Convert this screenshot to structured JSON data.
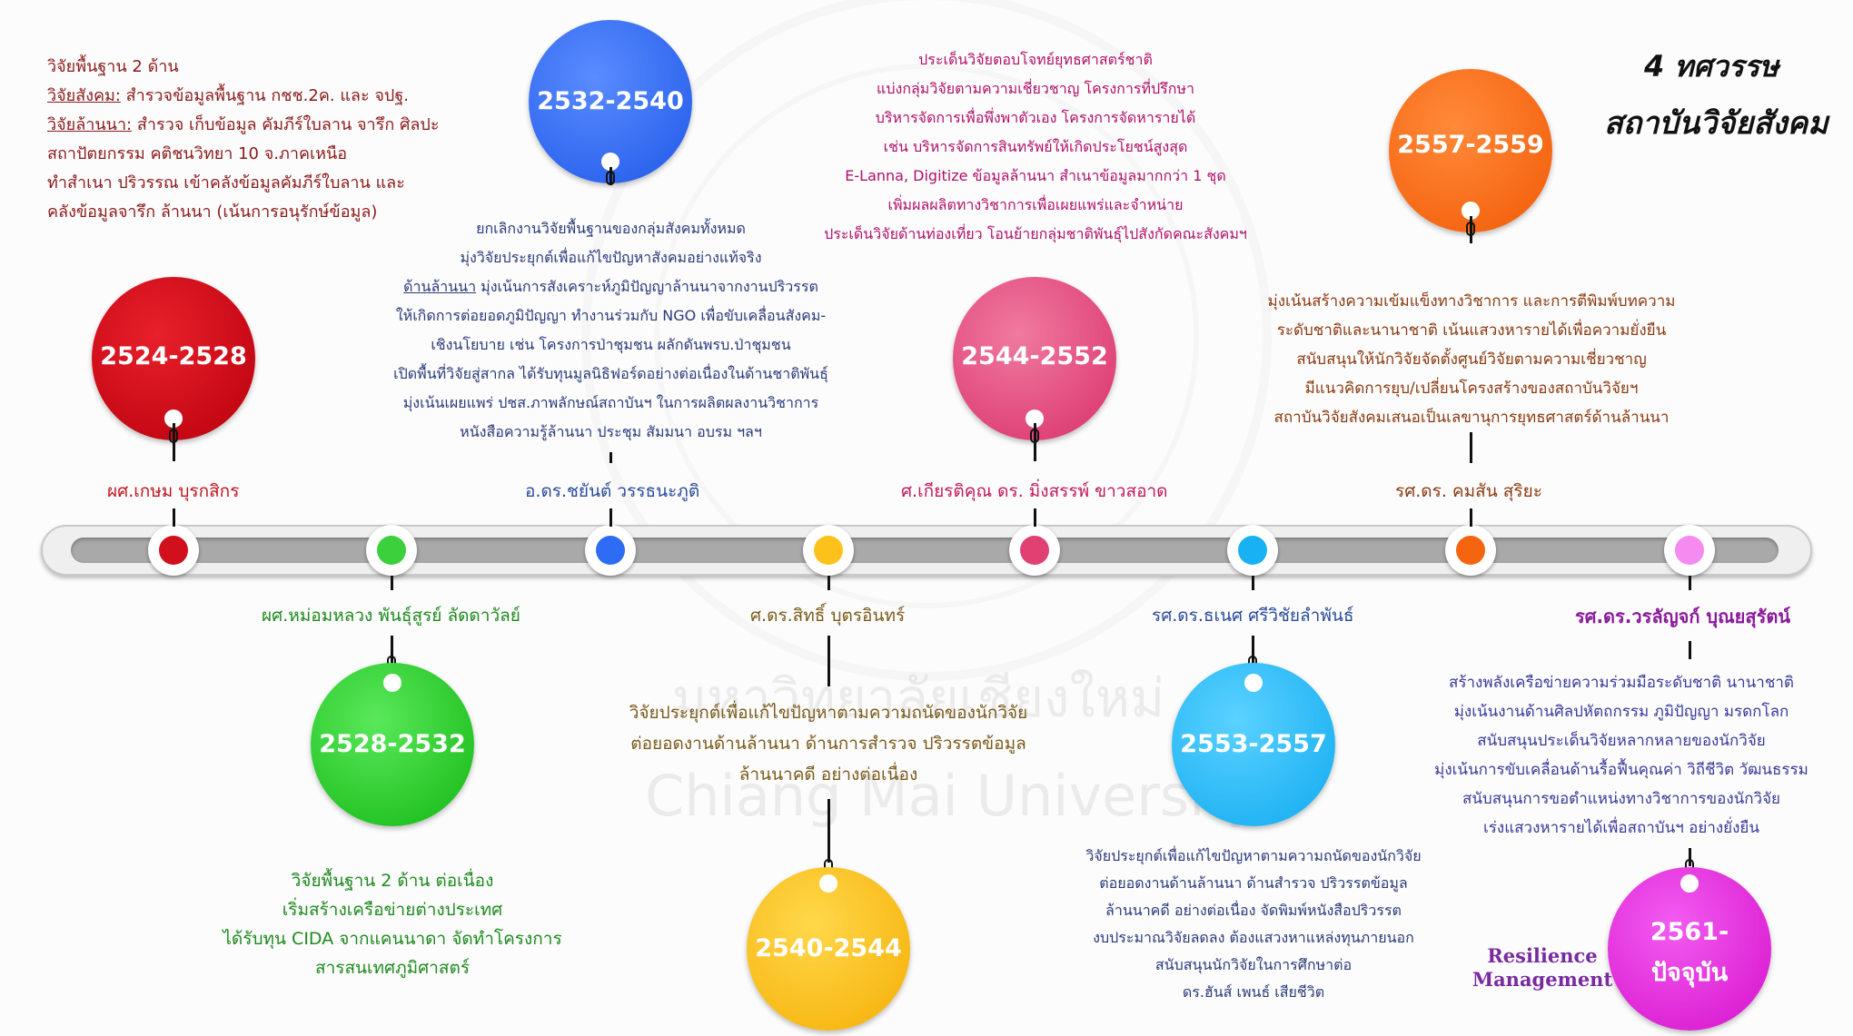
{
  "title": {
    "line1": "4 ทศวรรษ",
    "line2": "สถาบันวิจัยสังคม"
  },
  "watermark": {
    "thai": "มหาวิทยาลัยเชียงใหม่",
    "english": "Chiang Mai University"
  },
  "intro": {
    "heading": "วิจัยพื้นฐาน 2 ด้าน",
    "social_label": "วิจัยสังคม:",
    "social_text": " สำรวจข้อมูลพื้นฐาน กชช.2ค. และ จปฐ.",
    "lanna_label": "วิจัยล้านนา:",
    "lanna_text": "  สำรวจ เก็บข้อมูล คัมภีร์ใบลาน จารึก ศิลปะ",
    "line4": "สถาปัตยกรรม คติชนวิทยา 10 จ.ภาคเหนือ",
    "line5": "ทำสำเนา ปริวรรณ เข้าคลังข้อมูลคัมภีร์ใบลาน และ",
    "line6": "คลังข้อมูลจารึก ล้านนา (เน้นการอนุรักษ์ข้อมูล)"
  },
  "periods": {
    "p1": {
      "years": "2524-2528",
      "director": "ผศ.เกษม บุรกสิกร"
    },
    "p2": {
      "years": "2528-2532",
      "director": "ผศ.หม่อมหลวง พันธุ์สูรย์ ลัดดาวัลย์",
      "lines": [
        "วิจัยพื้นฐาน 2 ด้าน ต่อเนื่อง",
        "เริ่มสร้างเครือข่ายต่างประเทศ",
        "ได้รับทุน CIDA จากแคนนาดา จัดทำโครงการ",
        "สารสนเทศภูมิศาสตร์"
      ]
    },
    "p3": {
      "years": "2532-2540",
      "director": "อ.ดร.ชยันต์ วรรธนะภูติ",
      "line1": "ยกเลิกงานวิจัยพื้นฐานของกลุ่มสังคมทั้งหมด",
      "line2": "มุ่งวิจัยประยุกต์เพื่อแก้ไขปัญหาสังคมอย่างแท้จริง",
      "line3_label": "ด้านล้านนา",
      "line3_text": " มุ่งเน้นการสังเคราะห์ภูมิปัญญาล้านนาจากงานปริวรรต",
      "line4": "ให้เกิดการต่อยอดภูมิปัญญา  ทำงานร่วมกับ NGO เพื่อขับเคลื่อนสังคม-",
      "line5": "เชิงนโยบาย เช่น โครงการป่าชุมชน ผลักดันพรบ.ป่าชุมชน",
      "line6": "เปิดพื้นที่วิจัยสู่สากล ได้รับทุนมูลนิธิฟอร์ดอย่างต่อเนื่องในด้านชาติพันธุ์",
      "line7": "มุ่งเน้นเผยแพร่ ปชส.ภาพลักษณ์สถาบันฯ ในการผลิตผลงานวิชาการ",
      "line8": "หนังสือความรู้ล้านนา ประชุม สัมมนา อบรม ฯลฯ"
    },
    "p4": {
      "years": "2540-2544",
      "director": "ศ.ดร.สิทธิ์ บุตรอินทร์",
      "lines": [
        "วิจัยประยุกต์เพื่อแก้ไขปัญหาตามความถนัดของนักวิจัย",
        "ต่อยอดงานด้านล้านนา ด้านการสำรวจ ปริวรรตข้อมูล",
        "ล้านนาคดี อย่างต่อเนื่อง"
      ]
    },
    "p5": {
      "years": "2544-2552",
      "director": "ศ.เกียรติคุณ ดร. มิ่งสรรพ์ ขาวสอาด",
      "lines": [
        "ประเด็นวิจัยตอบโจทย์ยุทธศาสตร์ชาติ",
        "แบ่งกลุ่มวิจัยตามความเชี่ยวชาญ  โครงการที่ปรึกษา",
        "บริหารจัดการเพื่อพึ่งพาตัวเอง โครงการจัดหารายได้",
        "เช่น บริหารจัดการสินทรัพย์ให้เกิดประโยชน์สูงสุด",
        "E-Lanna, Digitize ข้อมูลล้านนา สำเนาข้อมูลมากกว่า 1 ชุด",
        "เพิ่มผลผลิตทางวิชาการเพื่อเผยแพร่และจำหน่าย",
        "ประเด็นวิจัยด้านท่องเที่ยว โอนย้ายกลุ่มชาติพันธุ์ไปสังกัดคณะสังคมฯ"
      ]
    },
    "p6": {
      "years": "2553-2557",
      "director": "รศ.ดร.ธเนศ ศรีวิชัยลำพันธ์",
      "lines": [
        "วิจัยประยุกต์เพื่อแก้ไขปัญหาตามความถนัดของนักวิจัย",
        "ต่อยอดงานด้านล้านนา ด้านสำรวจ ปริวรรตข้อมูล",
        "ล้านนาคดี อย่างต่อเนื่อง  จัดพิมพ์หนังสือปริวรรต",
        "งบประมาณวิจัยลดลง ต้องแสวงหาแหล่งทุนภายนอก",
        "สนับสนุนนักวิจัยในการศึกษาต่อ",
        "ดร.ฮันส์ เพนธ์ เสียชีวิต"
      ]
    },
    "p7": {
      "years": "2557-2559",
      "director": "รศ.ดร. คมสัน สุริยะ",
      "lines": [
        "มุ่งเน้นสร้างความเข้มแข็งทางวิชาการ และการตีพิมพ์บทความ",
        "ระดับชาติและนานาชาติ  เน้นแสวงหารายได้เพื่อความยั่งยืน",
        "สนับสนุนให้นักวิจัยจัดตั้งศูนย์วิจัยตามความเชี่ยวชาญ",
        "มีแนวคิดการยุบ/เปลี่ยนโครงสร้างของสถาบันวิจัยฯ",
        "สถาบันวิจัยสังคมเสนอเป็นเลขานุการยุทธศาสตร์ด้านล้านนา"
      ]
    },
    "p8": {
      "years_line1": "2561-",
      "years_line2": "ปัจจุบัน",
      "director": "รศ.ดร.วรลัญจก์ บุณยสุรัตน์",
      "tag_line1": "Resilience",
      "tag_line2": "Management",
      "lines": [
        "สร้างพลังเครือข่ายความร่วมมือระดับชาติ นานาชาติ",
        "มุ่งเน้นงานด้านศิลปหัตถกรรม ภูมิปัญญา มรดกโลก",
        "สนับสนุนประเด็นวิจัยหลากหลายของนักวิจัย",
        "มุ่งเน้นการขับเคลื่อนด้านรื้อฟื้นคุณค่า วิถีชีวิต วัฒนธรรม",
        "สนับสนุนการขอตำแหน่งทางวิชาการของนักวิจัย",
        "เร่งแสวงหารายได้เพื่อสถาบันฯ อย่างยั่งยืน"
      ]
    }
  },
  "colors": {
    "red": "#d0101c",
    "green": "#2fcf2f",
    "blue": "#2f6cf5",
    "yellow": "#fcc21b",
    "pink": "#e04072",
    "cyan": "#18b2f2",
    "orange": "#f5640f",
    "magenta": "#e11fd8"
  }
}
